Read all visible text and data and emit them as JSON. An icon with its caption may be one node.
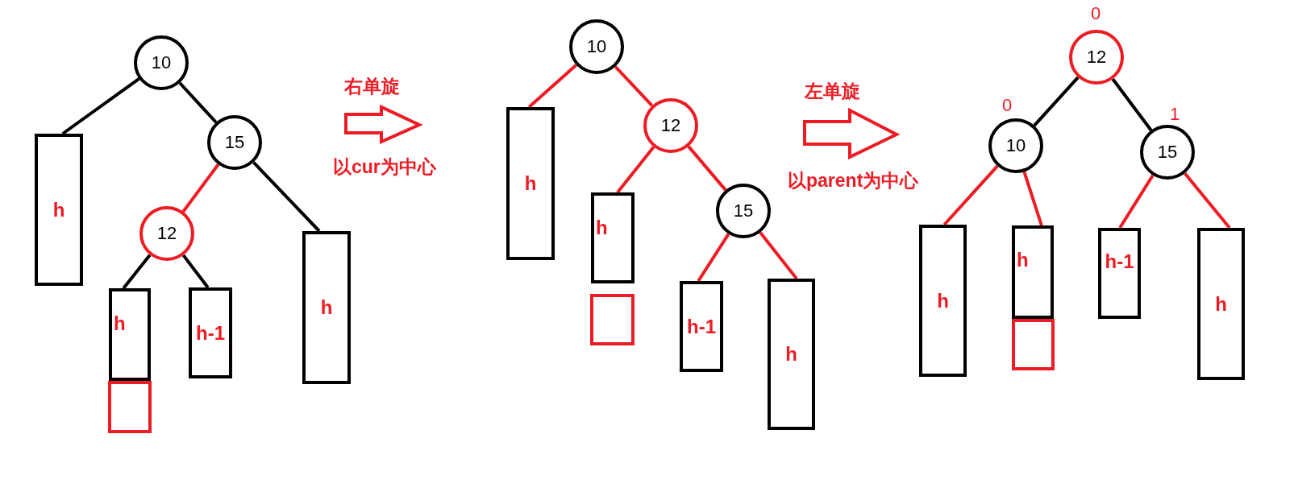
{
  "diagram": {
    "nodes": [
      {
        "text": [
          "10"
        ]
      },
      {
        "text": [
          "h"
        ]
      },
      {
        "text": [
          "15"
        ]
      },
      {
        "text": [
          "12"
        ]
      },
      {
        "text": [
          "h"
        ]
      },
      {
        "text": [
          "h"
        ]
      },
      {
        "text": [
          "h-1"
        ]
      },
      {
        "text": [],
        "shape": "box"
      },
      {
        "text": [
          "10"
        ]
      },
      {
        "text": [
          "h"
        ]
      },
      {
        "text": [
          "12"
        ]
      },
      {
        "text": [
          "h"
        ]
      },
      {
        "text": [
          "15"
        ]
      },
      {
        "text": [],
        "shape": "box"
      },
      {
        "text": [
          "h-1"
        ]
      },
      {
        "text": [
          "h"
        ]
      },
      {
        "text": [
          "12"
        ],
        "beside": [
          "0"
        ]
      },
      {
        "text": [
          "10"
        ],
        "beside": [
          "0"
        ]
      },
      {
        "text": [
          "15"
        ],
        "beside": [
          "1"
        ]
      },
      {
        "text": [
          "h"
        ]
      },
      {
        "text": [
          "h"
        ]
      },
      {
        "text": [
          "h-1"
        ]
      },
      {
        "text": [
          "h"
        ]
      },
      {
        "text": [],
        "shape": "box"
      }
    ],
    "edges": [
      {
        "from": 0,
        "to": 1,
        "arrow": "none",
        "color": "#000000"
      },
      {
        "from": 0,
        "to": 2,
        "arrow": "none",
        "color": "#000000"
      },
      {
        "from": 2,
        "to": 3,
        "arrow": "none"
      },
      {
        "from": 2,
        "to": 4,
        "arrow": "none",
        "color": "#000000"
      },
      {
        "from": 3,
        "to": 5,
        "arrow": "none",
        "color": "#000000"
      },
      {
        "from": 3,
        "to": 6,
        "arrow": "none",
        "color": "#000000"
      },
      {
        "from": 8,
        "to": 9,
        "arrow": "none"
      },
      {
        "from": 8,
        "to": 10,
        "arrow": "none"
      },
      {
        "from": 10,
        "to": 11,
        "arrow": "none"
      },
      {
        "from": 10,
        "to": 12,
        "arrow": "none"
      },
      {
        "from": 12,
        "to": 14,
        "arrow": "none"
      },
      {
        "from": 12,
        "to": 15,
        "arrow": "none"
      },
      {
        "from": 16,
        "to": 17,
        "arrow": "none",
        "color": "#000000"
      },
      {
        "from": 16,
        "to": 18,
        "arrow": "none",
        "color": "#000000"
      },
      {
        "from": 17,
        "to": 19,
        "arrow": "none"
      },
      {
        "from": 17,
        "to": 20,
        "arrow": "none"
      },
      {
        "from": 18,
        "to": 21,
        "arrow": "none"
      },
      {
        "from": 18,
        "to": 22,
        "arrow": "none"
      }
    ],
    "labels": [
      "右单旋",
      "以cur为中心",
      "左单旋",
      "以parent为中心"
    ]
  }
}
